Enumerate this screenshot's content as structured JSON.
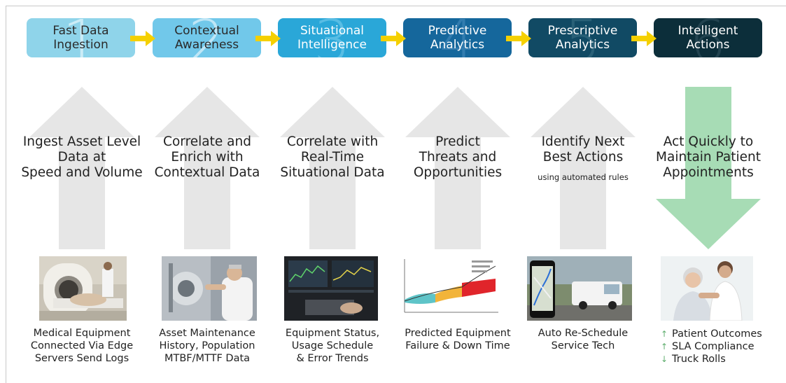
{
  "stages": [
    {
      "number": "1",
      "label_line1": "Fast Data",
      "label_line2": "Ingestion",
      "color": "#8fd4ea",
      "text_color": "#2a2a2a",
      "num_color": "#ffffff"
    },
    {
      "number": "2",
      "label_line1": "Contextual",
      "label_line2": "Awareness",
      "color": "#71c8ea",
      "text_color": "#2a2a2a",
      "num_color": "#ffffff"
    },
    {
      "number": "3",
      "label_line1": "Situational",
      "label_line2": "Intelligence",
      "color": "#2aa7d8",
      "text_color": "#ffffff",
      "num_color": "#7fd0ee"
    },
    {
      "number": "4",
      "label_line1": "Predictive",
      "label_line2": "Analytics",
      "color": "#15679c",
      "text_color": "#ffffff",
      "num_color": "#4b8fc0"
    },
    {
      "number": "5",
      "label_line1": "Prescriptive",
      "label_line2": "Analytics",
      "color": "#114a64",
      "text_color": "#ffffff",
      "num_color": "#3f7388"
    },
    {
      "number": "6",
      "label_line1": "Intelligent",
      "label_line2": "Actions",
      "color": "#0c2e3a",
      "text_color": "#ffffff",
      "num_color": "#355663"
    }
  ],
  "headings": [
    [
      "Ingest Asset Level",
      "Data at",
      "Speed and Volume"
    ],
    [
      "Correlate and",
      "Enrich with",
      "Contextual Data"
    ],
    [
      "Correlate with",
      "Real-Time",
      "Situational Data"
    ],
    [
      "Predict",
      "Threats and",
      "Opportunities"
    ],
    [
      "Identify Next",
      "Best Actions",
      ""
    ],
    [
      "Act Quickly to",
      "Maintain Patient",
      "Appointments"
    ]
  ],
  "subnote": "using automated rules",
  "captions": [
    [
      "Medical Equipment",
      "Connected Via Edge",
      "Servers Send Logs"
    ],
    [
      "Asset Maintenance",
      "History, Population",
      "MTBF/MTTF Data"
    ],
    [
      "Equipment Status,",
      "Usage Schedule",
      "& Error Trends"
    ],
    [
      "Predicted Equipment",
      "Failure & Down Time",
      ""
    ],
    [
      "Auto Re-Schedule",
      "Service Tech",
      ""
    ]
  ],
  "outcomes": [
    {
      "direction": "up",
      "text": "Patient Outcomes"
    },
    {
      "direction": "up",
      "text": "SLA Compliance"
    },
    {
      "direction": "down",
      "text": "Truck Rolls"
    }
  ],
  "colors": {
    "connector_arrow": "#f5d000",
    "big_arrow_up": "#e6e6e6",
    "big_arrow_down": "#a7dcb5",
    "outcome_arrow": "#5fae6e"
  }
}
